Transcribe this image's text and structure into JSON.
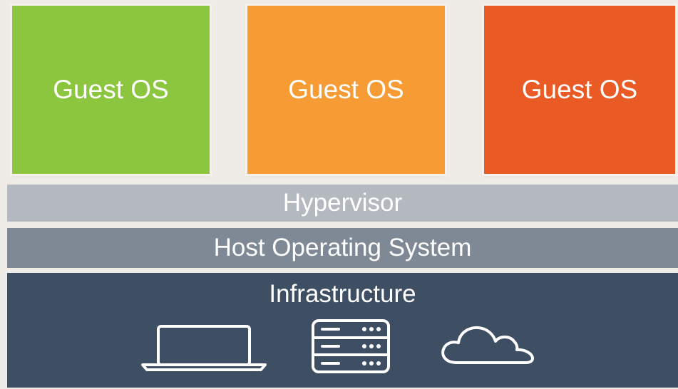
{
  "guests": [
    {
      "label": "Guest OS",
      "color": "#8cc63f"
    },
    {
      "label": "Guest OS",
      "color": "#f79c34"
    },
    {
      "label": "Guest OS",
      "color": "#ea5a24"
    }
  ],
  "layers": {
    "hypervisor": {
      "label": "Hypervisor",
      "color": "#b4b9bf"
    },
    "host_os": {
      "label": "Host Operating System",
      "color": "#7e8995"
    },
    "infrastructure": {
      "label": "Infrastructure",
      "color": "#3e4e63",
      "icons": [
        "laptop-icon",
        "server-icon",
        "cloud-icon"
      ]
    }
  }
}
